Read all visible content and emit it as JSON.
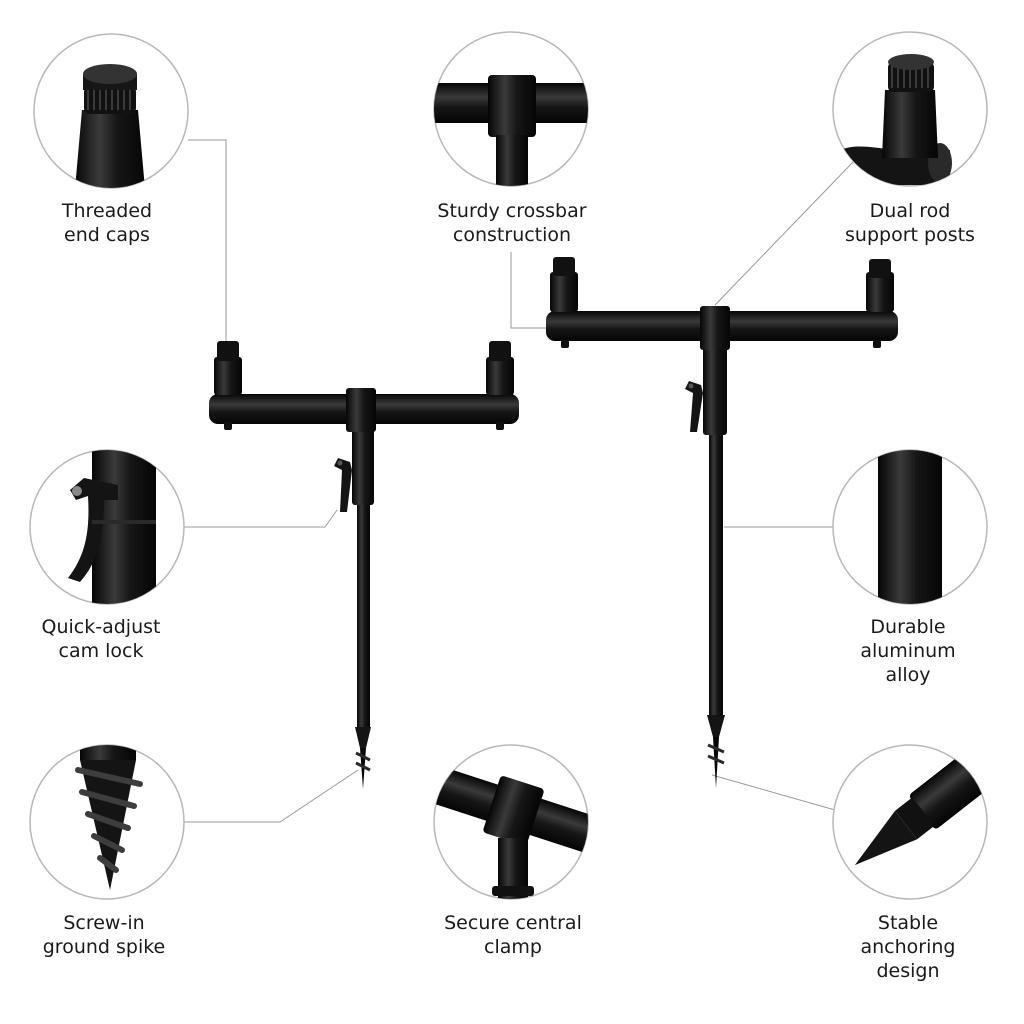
{
  "callouts": {
    "threaded_end_caps": {
      "line1": "Threaded",
      "line2": "end caps"
    },
    "sturdy_crossbar": {
      "line1": "Sturdy crossbar",
      "line2": "construction"
    },
    "dual_rod_posts": {
      "line1": "Dual rod",
      "line2": "support posts"
    },
    "cam_lock": {
      "line1": "Quick-adjust",
      "line2": "cam lock"
    },
    "aluminum_alloy": {
      "line1": "Durable",
      "line2": "aluminum",
      "line3": "alloy"
    },
    "ground_spike": {
      "line1": "Screw-in",
      "line2": "ground spike"
    },
    "central_clamp": {
      "line1": "Secure central",
      "line2": "clamp"
    },
    "stable_anchoring": {
      "line1": "Stable",
      "line2": "anchoring",
      "line3": "design"
    }
  },
  "colors": {
    "product": "#141414",
    "highlight": "#3a3a3a",
    "outline": "#b8b8b8",
    "leader": "#999999",
    "text": "#1a1a1a"
  }
}
